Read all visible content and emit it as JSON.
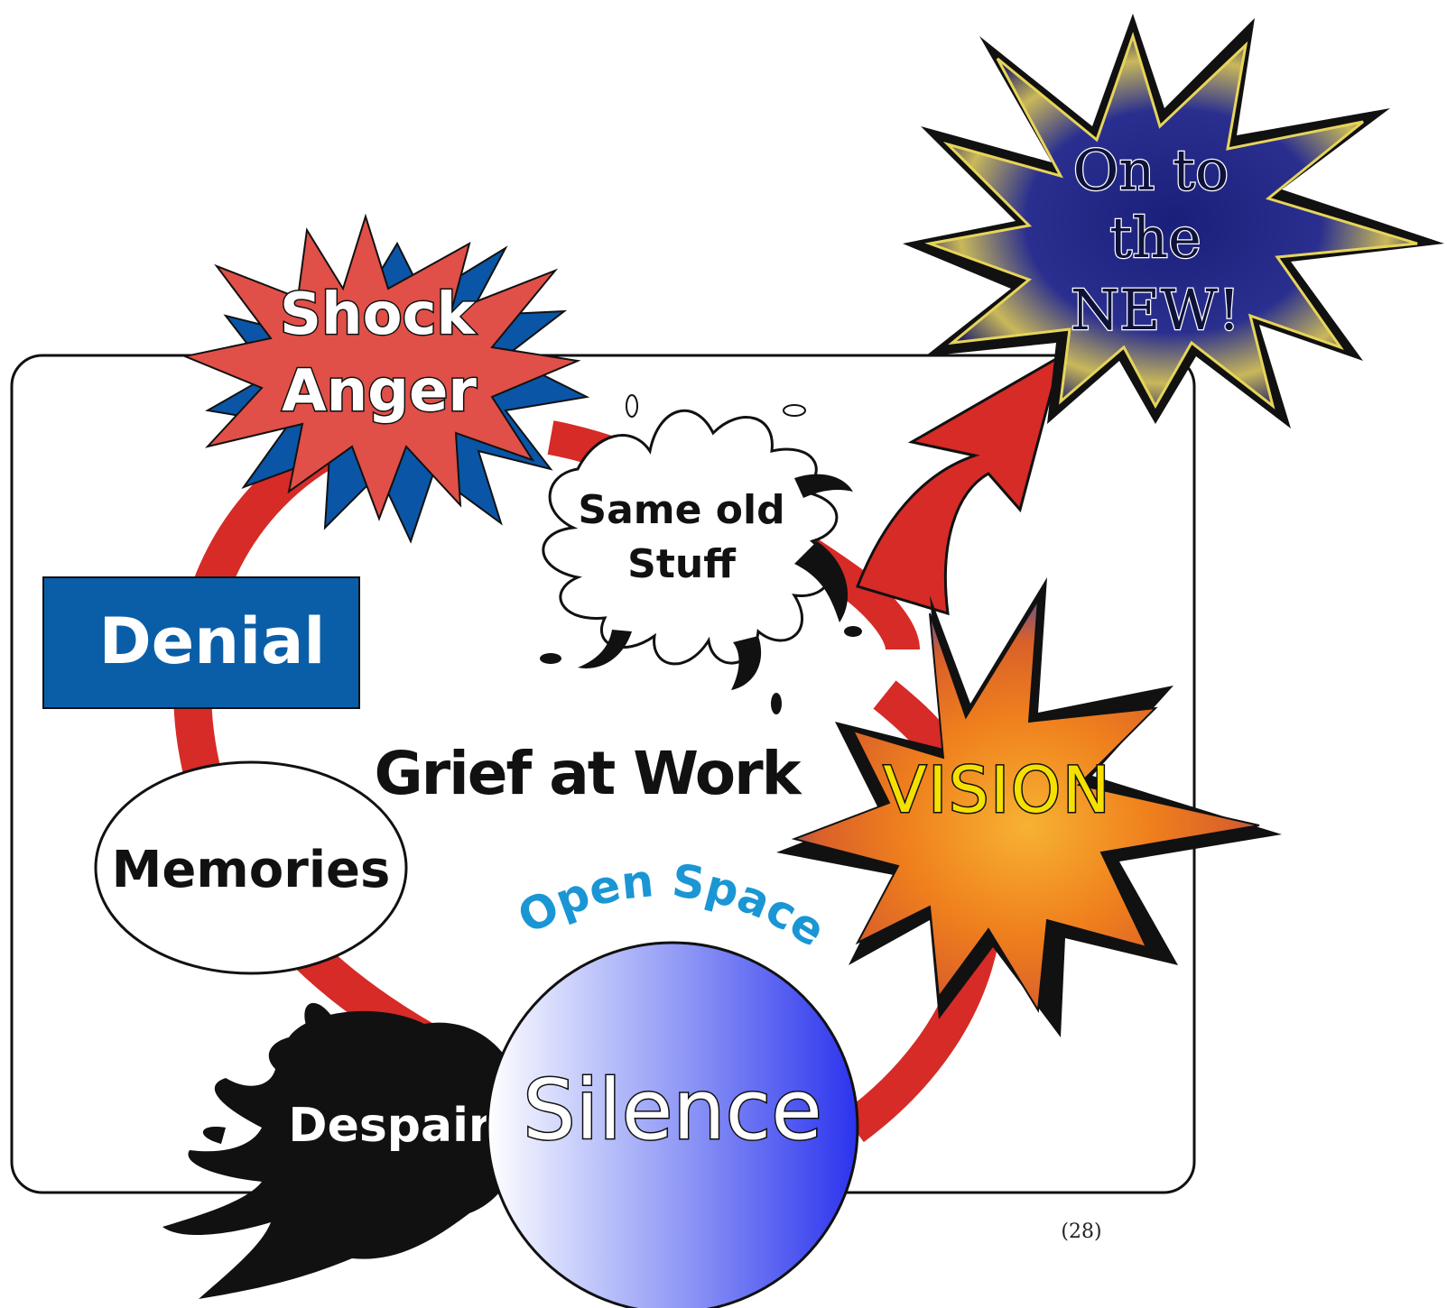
{
  "diagram": {
    "title": "Grief at Work",
    "stages": {
      "shock_anger": [
        "Shock",
        "Anger"
      ],
      "denial": "Denial",
      "memories": "Memories",
      "despair": "Despair",
      "silence": "Silence",
      "open_space": "Open Space",
      "same_old_stuff": [
        "Same old",
        "Stuff"
      ],
      "vision": "VISION",
      "new": [
        "On to",
        "the",
        "NEW!"
      ]
    },
    "page_number": "(28)"
  },
  "colors": {
    "cycle_red": "#d62b27",
    "denial_blue": "#0a5ea8",
    "shock_red": "#e05048",
    "shock_blue": "#0a55a6",
    "silence_blue": "#2f3df0",
    "open_space_cyan": "#1a96d4",
    "vision_orange": "#f08a1c",
    "vision_yellow": "#f5e000",
    "new_navy": "#13165e",
    "new_gold": "#e6d45a"
  }
}
